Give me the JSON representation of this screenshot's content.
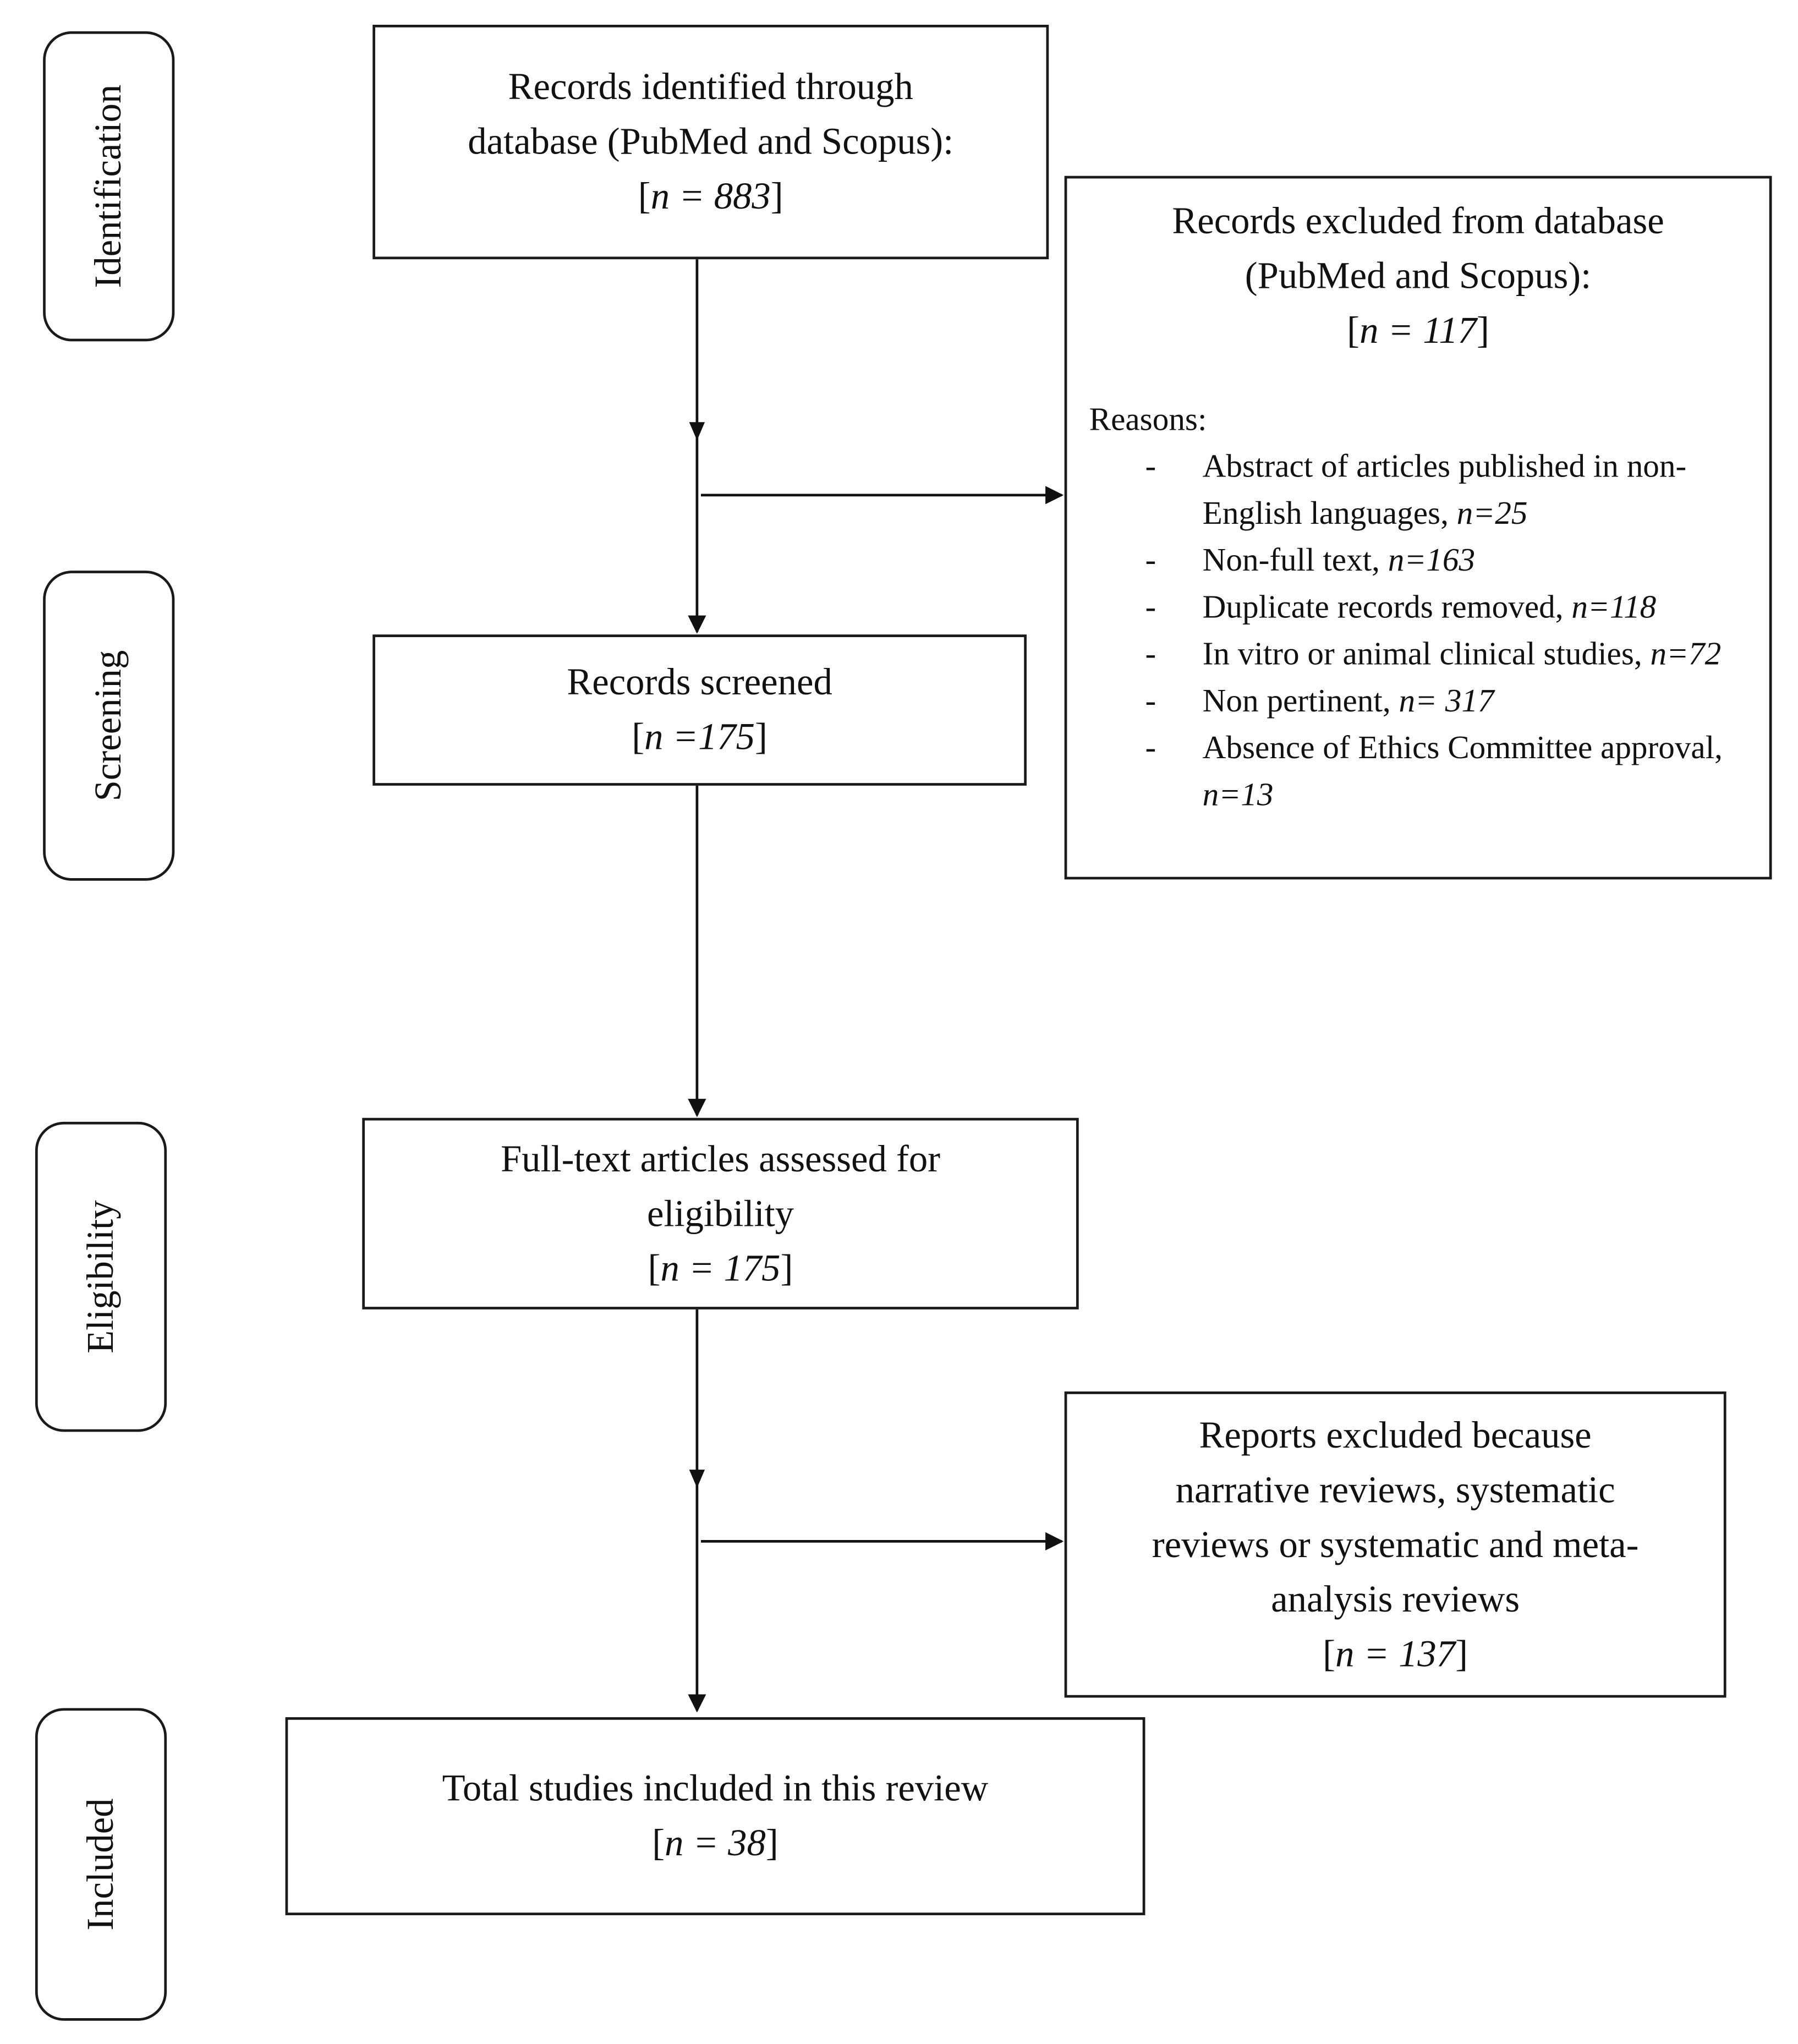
{
  "phases": {
    "identification": "Identification",
    "screening": "Screening",
    "eligibility": "Eligibility",
    "included": "Included"
  },
  "boxes": {
    "identified": {
      "lines": [
        "Records identified through",
        "database (PubMed and Scopus):"
      ],
      "count_open": "[",
      "count_var": "n = 883",
      "count_close": "]"
    },
    "excluded_db": {
      "lines": [
        "Records excluded from database",
        "(PubMed and Scopus):"
      ],
      "count_open": "[",
      "count_var": "n = 117",
      "count_close": "]",
      "reasons_title": "Reasons:",
      "reasons": [
        {
          "dash": "-",
          "text": "Abstract of articles published in non-English languages, ",
          "n": "n=25"
        },
        {
          "dash": "-",
          "text": "Non-full text, ",
          "n": "n=163"
        },
        {
          "dash": "-",
          "text": "Duplicate records removed, ",
          "n": "n=118"
        },
        {
          "dash": "-",
          "text": "In vitro or animal clinical studies, ",
          "n": "n=72"
        },
        {
          "dash": "-",
          "text": "Non pertinent, ",
          "n": "n= 317"
        },
        {
          "dash": "-",
          "text": "Absence of Ethics Committee approval, ",
          "n": "n=13"
        }
      ]
    },
    "screened": {
      "lines": [
        "Records screened"
      ],
      "count_open": "[",
      "count_var": "n =175",
      "count_close": "]"
    },
    "fulltext": {
      "lines": [
        "Full-text articles assessed for",
        "eligibility"
      ],
      "count_open": "[",
      "count_var": "n = 175",
      "count_close": "]"
    },
    "reports_excluded": {
      "lines": [
        "Reports excluded because",
        "narrative reviews, systematic",
        "reviews or systematic and meta-",
        "analysis reviews"
      ],
      "count_open": "[",
      "count_var": "n = 137",
      "count_close": "]"
    },
    "included": {
      "lines": [
        "Total studies included in this review"
      ],
      "count_open": "[",
      "count_var": "n = 38",
      "count_close": "]"
    }
  }
}
